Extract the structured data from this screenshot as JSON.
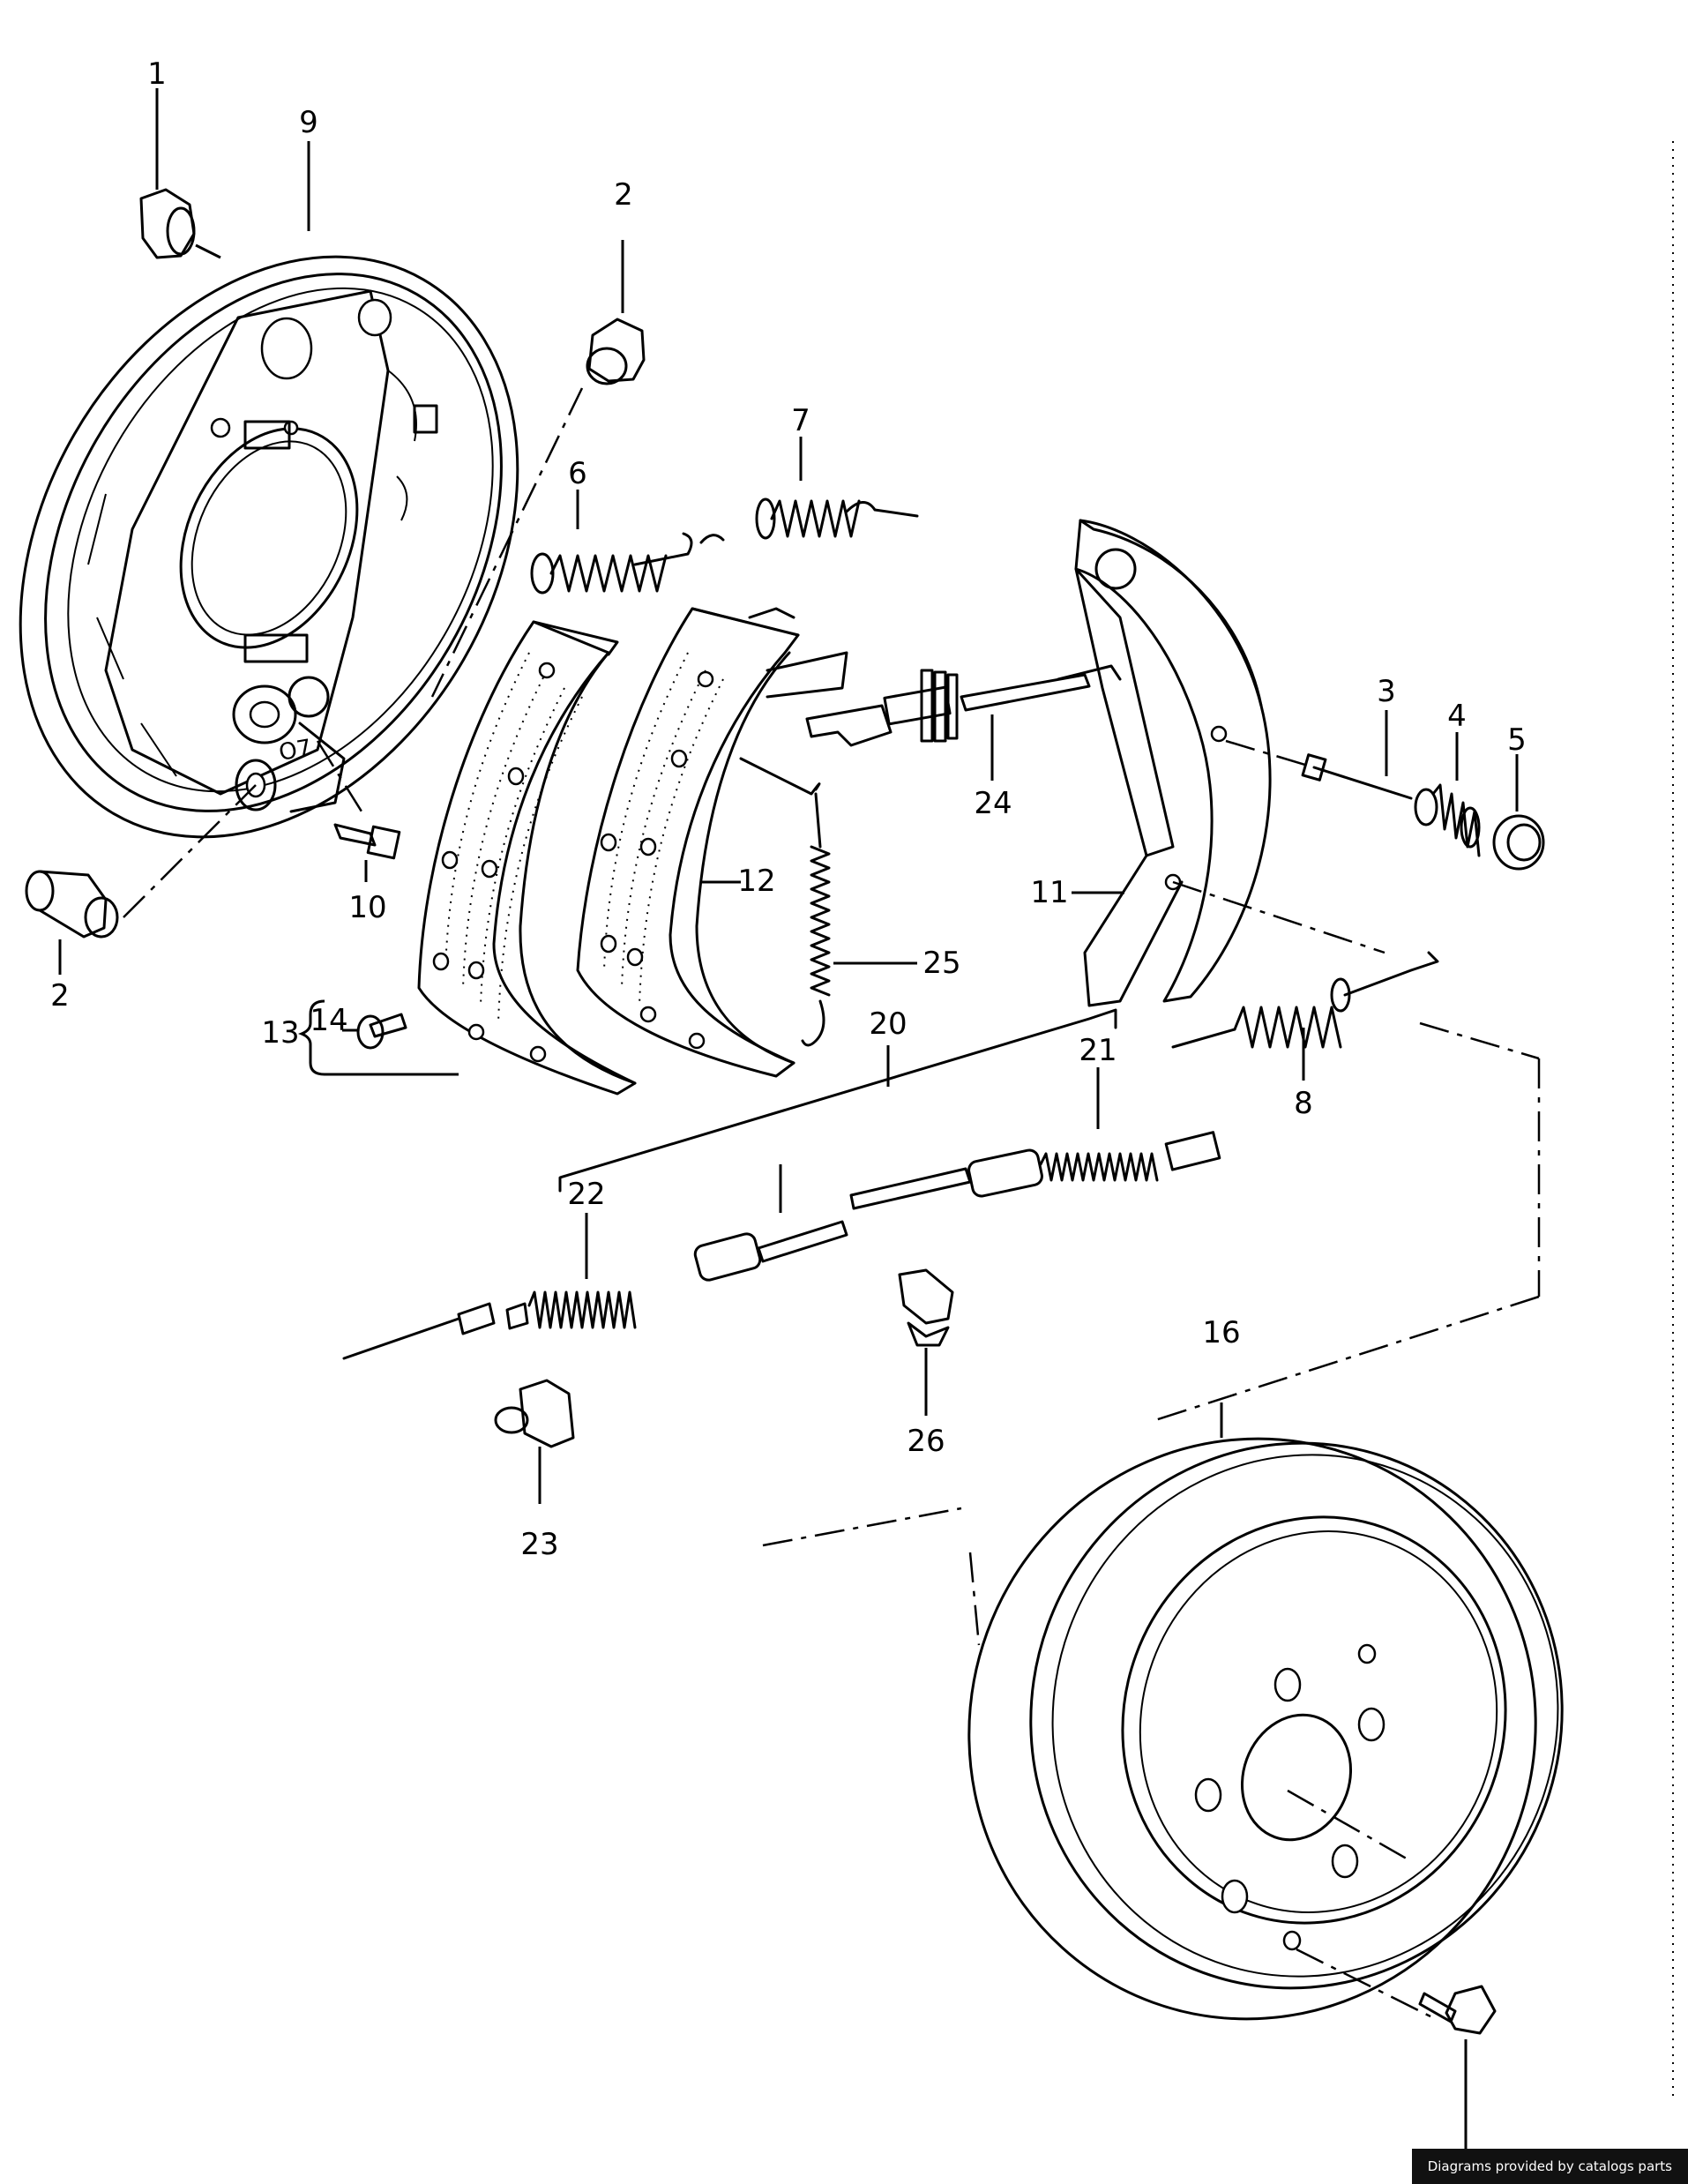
{
  "callouts": [
    {
      "id": "c1",
      "text": "1"
    },
    {
      "id": "c9",
      "text": "9"
    },
    {
      "id": "c2a",
      "text": "2"
    },
    {
      "id": "c2b",
      "text": "2"
    },
    {
      "id": "c3",
      "text": "3"
    },
    {
      "id": "c4",
      "text": "4"
    },
    {
      "id": "c5",
      "text": "5"
    },
    {
      "id": "c6",
      "text": "6"
    },
    {
      "id": "c7",
      "text": "7"
    },
    {
      "id": "c8",
      "text": "8"
    },
    {
      "id": "c10",
      "text": "10"
    },
    {
      "id": "c11",
      "text": "11"
    },
    {
      "id": "c12",
      "text": "12"
    },
    {
      "id": "c13",
      "text": "13"
    },
    {
      "id": "c14",
      "text": "14"
    },
    {
      "id": "c16",
      "text": "16"
    },
    {
      "id": "c20",
      "text": "20"
    },
    {
      "id": "c21",
      "text": "21"
    },
    {
      "id": "c22",
      "text": "22"
    },
    {
      "id": "c23",
      "text": "23"
    },
    {
      "id": "c24",
      "text": "24"
    },
    {
      "id": "c25",
      "text": "25"
    },
    {
      "id": "c26",
      "text": "26"
    }
  ],
  "footer": {
    "credit": "Diagrams provided by catalogs parts"
  }
}
